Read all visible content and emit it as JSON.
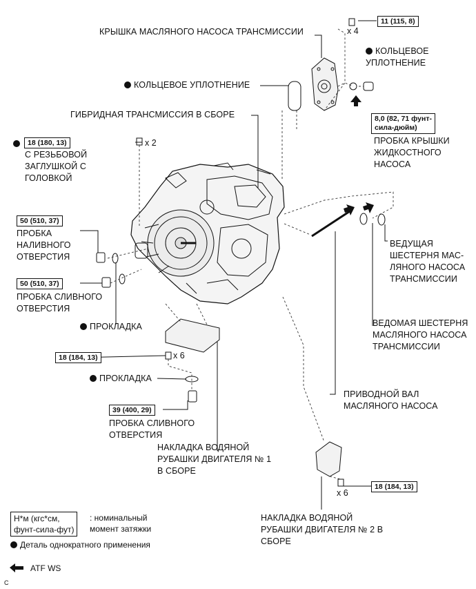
{
  "labels": {
    "pump_cover": "КРЫШКА МАСЛЯНОГО НАСОСА ТРАНСМИССИИ",
    "o_ring_right": "КОЛЬЦЕВОЕ\nУПЛОТНЕНИЕ",
    "o_ring_left": "КОЛЬЦЕВОЕ УПЛОТНЕНИЕ",
    "hybrid_transmission": "ГИБРИДНАЯ ТРАНСМИССИЯ В СБОРЕ",
    "screw_plug": "С РЕЗЬБОВОЙ\nЗАГЛУШКОЙ С\nГОЛОВКОЙ",
    "fluid_pump_cover_plug": "ПРОБКА КРЫШКИ\nЖИДКОСТНОГО\nНАСОСА",
    "filler_plug": "ПРОБКА\nНАЛИВНОГО\nОТВЕРСТИЯ",
    "drain_plug_1": "ПРОБКА СЛИВНОГО\nОТВЕРСТИЯ",
    "gasket_1": "ПРОКЛАДКА",
    "drive_gear": "ВЕДУЩАЯ\nШЕСТЕРНЯ МАС-\nЛЯНОГО НАСОСА\nТРАНСМИССИИ",
    "driven_gear": "ВЕДОМАЯ ШЕСТЕРНЯ\nМАСЛЯНОГО НАСОСА\nТРАНСМИССИИ",
    "gasket_2": "ПРОКЛАДКА",
    "pump_shaft": "ПРИВОДНОЙ ВАЛ\nМАСЛЯНОГО НАСОСА",
    "drain_plug_2": "ПРОБКА СЛИВНОГО\nОТВЕРСТИЯ",
    "water_jacket_1": "НАКЛАДКА ВОДЯНОЙ\nРУБАШКИ ДВИГАТЕЛЯ № 1\nВ СБОРЕ",
    "water_jacket_2": "НАКЛАДКА ВОДЯНОЙ\nРУБАШКИ ДВИГАТЕЛЯ № 2 В\nСБОРЕ"
  },
  "torques": {
    "pump_cover_bolt": "11 (115, 8)",
    "pump_cover_plug": "8,0 (82, 71 фунт-\nсила-дюйм)",
    "screw_plug": "18 (180, 13)",
    "filler_plug": "50 (510, 37)",
    "drain_plug_1": "50 (510, 37)",
    "water_jacket_1_bolt": "18 (184, 13)",
    "drain_plug_2": "39 (400, 29)",
    "water_jacket_2_bolt": "18 (184, 13)"
  },
  "quantities": {
    "pump_cover_bolt": "x 4",
    "screw_plug": "x 2",
    "water_jacket_1_bolt": "x 6",
    "water_jacket_2_bolt": "x 6"
  },
  "legend": {
    "torque_box": "Н*м (кгс*см,\nфунт-сила-фут)",
    "torque_desc": ": номинальный\nмомент затяжки",
    "single_use": "Деталь однократного применения",
    "atf": "ATF WS"
  },
  "corner_mark": "C"
}
